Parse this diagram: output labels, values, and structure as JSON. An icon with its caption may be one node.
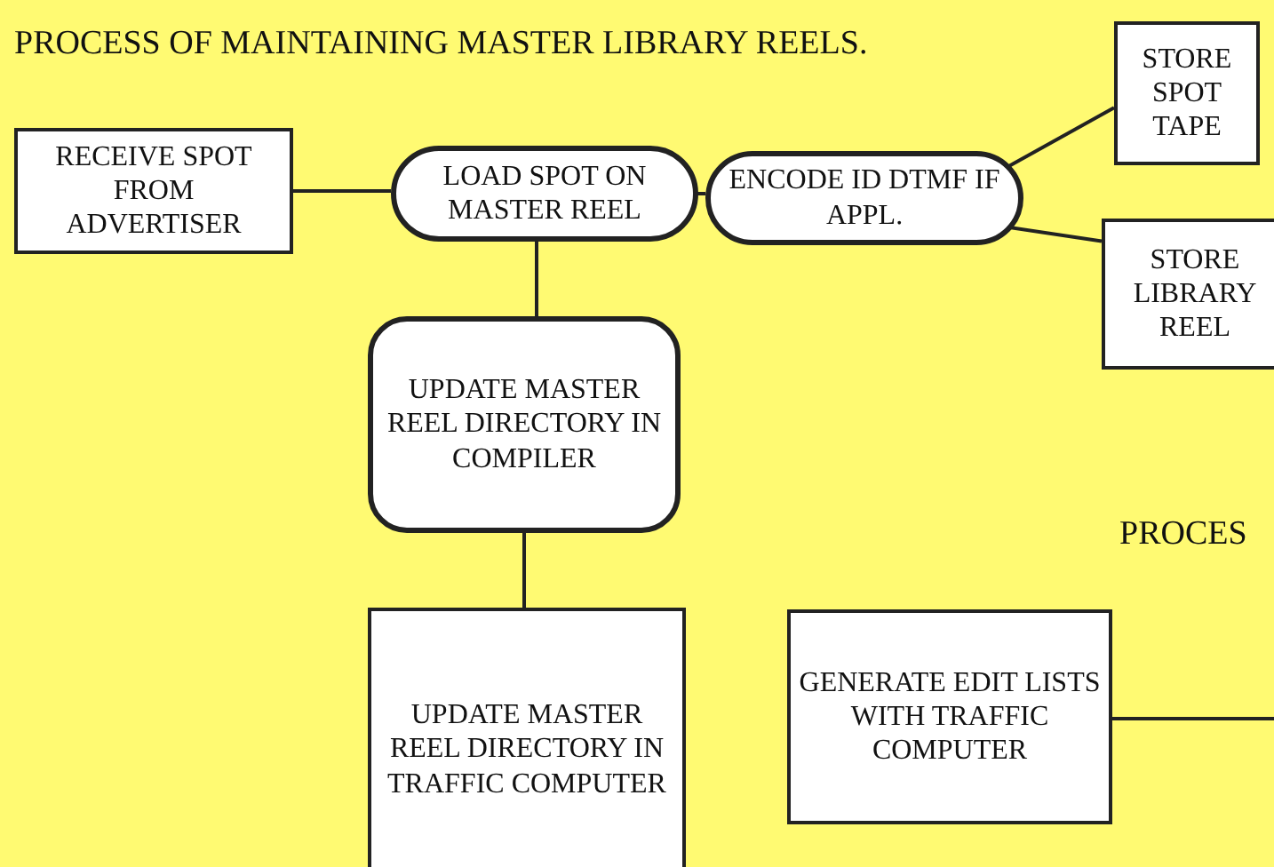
{
  "diagram": {
    "title": "PROCESS OF MAINTAINING MASTER LIBRARY REELS.",
    "nodes": [
      {
        "text": [
          "RECEIVE SPOT FROM ADVERTISER"
        ]
      },
      {
        "text": [
          "LOAD SPOT ON MASTER REEL"
        ]
      },
      {
        "text": [
          "ENCODE ID DTMF IF APPL."
        ]
      },
      {
        "text": [
          "STORE SPOT TAPE"
        ]
      },
      {
        "text": [
          "STORE LIBRARY REEL"
        ]
      },
      {
        "text": [
          "UPDATE MASTER REEL DIRECTORY IN COMPILER"
        ]
      },
      {
        "text": [
          "UPDATE MASTER REEL DIRECTORY IN TRAFFIC COMPUTER"
        ]
      },
      {
        "text": [
          "GENERATE EDIT LISTS WITH TRAFFIC COMPUTER"
        ]
      }
    ],
    "edges": [
      {
        "from": 0,
        "to": 1,
        "arrow": "none"
      },
      {
        "from": 1,
        "to": 2,
        "arrow": "none"
      },
      {
        "from": 2,
        "to": 3,
        "arrow": "none"
      },
      {
        "from": 2,
        "to": 4,
        "arrow": "none"
      },
      {
        "from": 1,
        "to": 5,
        "arrow": "none"
      },
      {
        "from": 5,
        "to": 6,
        "arrow": "none"
      },
      {
        "from": 7,
        "to": null,
        "arrow": "none"
      }
    ],
    "labels": [
      "PROCES"
    ]
  }
}
